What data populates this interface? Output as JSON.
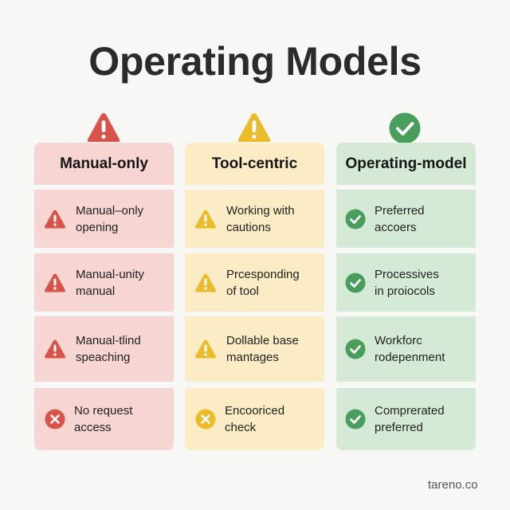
{
  "title": "Operating Models",
  "colors": {
    "red": "#d9534a",
    "yellow": "#ecbb2a",
    "green": "#4a9e5c",
    "red_bg": "#f6d5d3",
    "yellow_bg": "#fcecc6",
    "green_bg": "#d4ead6"
  },
  "columns": [
    {
      "header": "Manual-only",
      "top_icon": "warning-triangle-icon",
      "items": [
        {
          "icon": "warning-triangle-icon",
          "text": "Manual–only\nopening"
        },
        {
          "icon": "warning-triangle-icon",
          "text": "Manual-unity\nmanual"
        },
        {
          "icon": "warning-triangle-icon",
          "text": "Manual-tlind\nspeaching"
        },
        {
          "icon": "x-circle-icon",
          "text": "No request\naccess"
        }
      ]
    },
    {
      "header": "Tool-centric",
      "top_icon": "warning-triangle-icon",
      "items": [
        {
          "icon": "warning-triangle-icon",
          "text": "Working with\ncautions"
        },
        {
          "icon": "warning-triangle-icon",
          "text": "Prcesponding\nof tool"
        },
        {
          "icon": "warning-triangle-icon",
          "text": "Dollable base\nmantages"
        },
        {
          "icon": "x-circle-icon",
          "text": "Encooriced\ncheck"
        }
      ]
    },
    {
      "header": "Operating-model",
      "top_icon": "check-circle-icon",
      "items": [
        {
          "icon": "check-circle-icon",
          "text": "Preferred\naccoers"
        },
        {
          "icon": "check-circle-icon",
          "text": "Processives\nin proiocols"
        },
        {
          "icon": "check-circle-icon",
          "text": "Workforc\nrodepenment"
        },
        {
          "icon": "check-circle-icon",
          "text": "Comprerated\npreferred"
        }
      ]
    }
  ],
  "footer": "tareno.co"
}
